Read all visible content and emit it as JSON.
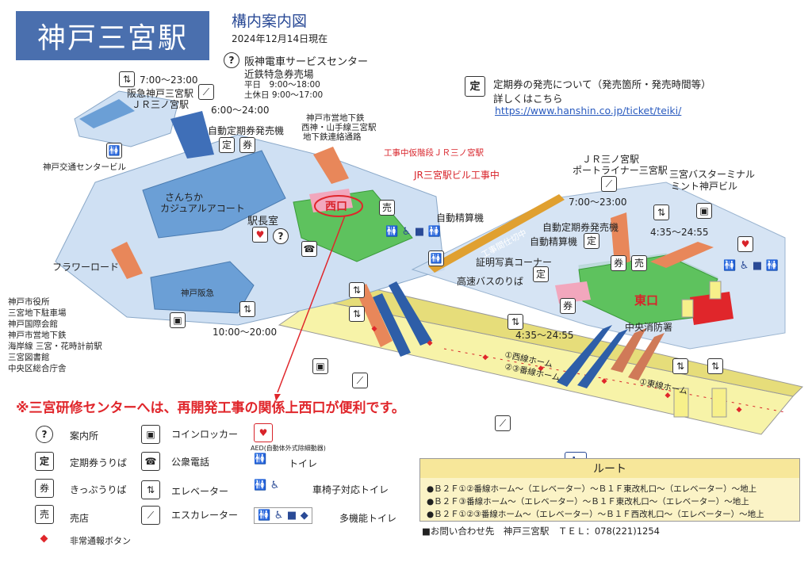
{
  "header": {
    "station_title": "神戸三宮駅",
    "map_title": "構内案内図",
    "date": "2024年12月14日現在"
  },
  "service_center": {
    "name": "阪神電車サービスセンター",
    "sub": "近鉄特急券売場",
    "hours_weekday": "平日　9:00～18:00",
    "hours_weekend": "土休日 9:00～17:00"
  },
  "commuter_info": {
    "line1": "定期券の発売について（発売箇所・発売時間等）",
    "line2": "詳しくはこちら",
    "url": "https://www.hanshin.co.jp/ticket/teiki/"
  },
  "map_labels": {
    "hours_west_top": "7:00～23:00",
    "hankyu": "阪急神戸三宮駅",
    "jr_sannomiya": "ＪＲ三ノ宮駅",
    "hours_escalator": "6:00～24:00",
    "auto_commuter_west": "自動定期券発売機",
    "kotsu_center": "神戸交通センタービル",
    "subway1": "神戸市営地下鉄",
    "subway2": "西神・山手線三宮駅",
    "subway3": "地下鉄連絡通路",
    "temp_stairs": "工事中仮階段ＪＲ三ノ宮駅",
    "jr_bldg": "JR三宮駅ビル工事中",
    "sanchika1": "さんちか",
    "sanchika2": "カジュアルアコート",
    "stationmaster": "駅長室",
    "west_exit": "西口",
    "auto_fare_west": "自動精算機",
    "flower_road": "フラワーロード",
    "kobe_hankyu": "神戸阪急",
    "dest1": "神戸市役所",
    "dest2": "三宮地下駐車場",
    "dest3": "神戸国際会館",
    "dest4": "神戸市営地下鉄",
    "dest5": "海岸線 三宮・花時計前駅",
    "dest6": "三宮図書館",
    "dest7": "中央区総合庁舎",
    "hours_west_bottom": "10:00～20:00",
    "construction": "工事間仕切中",
    "jr_east1": "ＪＲ三ノ宮駅",
    "jr_east2": "ポートライナー三宮駅",
    "hours_east_top": "7:00～23:00",
    "bus_terminal1": "三宮バスターミナル",
    "bus_terminal2": "ミント神戸ビル",
    "auto_commuter_east": "自動定期券発売機",
    "auto_fare_east": "自動精算機",
    "hours_east_elevator": "4:35～24:55",
    "photo_corner": "証明写真コーナー",
    "highway_bus": "高速バスのりば",
    "east_exit": "東口",
    "fire_office": "中央消防署",
    "hours_east_bottom": "4:35～24:55",
    "platform_west": "①西線ホーム",
    "platform_east": "②③番線ホーム",
    "platform_b": "①東線ホーム"
  },
  "notice": "※三宮研修センターへは、再開発工事の関係上西口が便利です。",
  "legend": [
    {
      "icon": "info-icon",
      "glyph": "?",
      "label": "案内所"
    },
    {
      "icon": "coin-locker-icon",
      "glyph": "▣",
      "label": "コインロッカー"
    },
    {
      "icon": "aed-icon",
      "glyph": "♥",
      "label": "AED(自動体外式除細動器)"
    },
    {
      "icon": "commuter-pass-icon",
      "glyph": "定",
      "label": "定期券うりば"
    },
    {
      "icon": "phone-icon",
      "glyph": "☎",
      "label": "公衆電話"
    },
    {
      "icon": "toilet-icon",
      "glyph": "🚻",
      "label": "トイレ"
    },
    {
      "icon": "ticket-icon",
      "glyph": "券",
      "label": "きっぷうりば"
    },
    {
      "icon": "elevator-icon",
      "glyph": "⇅",
      "label": "エレベーター"
    },
    {
      "icon": "wheelchair-toilet-icon",
      "glyph": "♿",
      "label": "車椅子対応トイレ"
    },
    {
      "icon": "shop-icon",
      "glyph": "売",
      "label": "売店"
    },
    {
      "icon": "escalator-icon",
      "glyph": "⟋",
      "label": "エスカレーター"
    },
    {
      "icon": "multi-toilet-icon",
      "glyph": "♿",
      "label": "多機能トイレ"
    },
    {
      "icon": "emergency-button-icon",
      "glyph": "◆",
      "label": "非常通報ボタン"
    }
  ],
  "route": {
    "title": "ルート",
    "lines": [
      "●Ｂ２Ｆ①②番線ホーム～（エレベーター）～Ｂ１Ｆ東改札口～（エレベーター）～地上",
      "●Ｂ２Ｆ③番線ホーム～（エレベーター）～Ｂ１Ｆ東改札口～（エレベーター）～地上",
      "●Ｂ２Ｆ①②③番線ホーム～（エレベーター）～Ｂ１Ｆ西改札口～（エレベーター）～地上"
    ]
  },
  "contact": "■お問い合わせ先　神戸三宮駅　ＴＥＬ：078(221)1254",
  "colors": {
    "title_bg": "#4a6fae",
    "concourse": "#cfe0f3",
    "floor_blue": "#6b9fd6",
    "fare_area": "#5ec25e",
    "platform": "#f7f3a8",
    "notice_red": "#e0262b",
    "route_bg": "#fbf3c6"
  }
}
